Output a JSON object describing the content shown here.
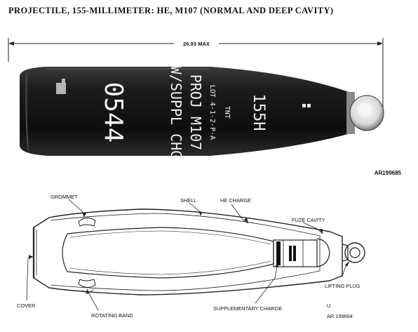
{
  "title": "PROJECTILE, 155-MILLIMETER: HE, M107 (NORMAL AND DEEP CAVITY)",
  "photo": {
    "dimension_label": "26.93 MAX",
    "markings": {
      "caliber": "155H",
      "filler": "TNT",
      "lot": "LOT 4-1-2-P-A",
      "model": "PROJ M107",
      "supplement": "W/SUPPL CHG",
      "number": "0544"
    },
    "ref": "AR199685"
  },
  "diagram": {
    "labels": {
      "grommet": "GROMMET",
      "shell": "SHELL",
      "he_charge": "HE CHARGE",
      "fuze_cavity": "FUZE CAVITY",
      "lifting_plug": "LIFTING PLUG",
      "cover": "COVER",
      "rotating_band": "ROTATING BAND",
      "supplementary_charge": "SUPPLEMENTARY CHARGE"
    },
    "corner_mark": "U",
    "ref": "AR 199684"
  }
}
